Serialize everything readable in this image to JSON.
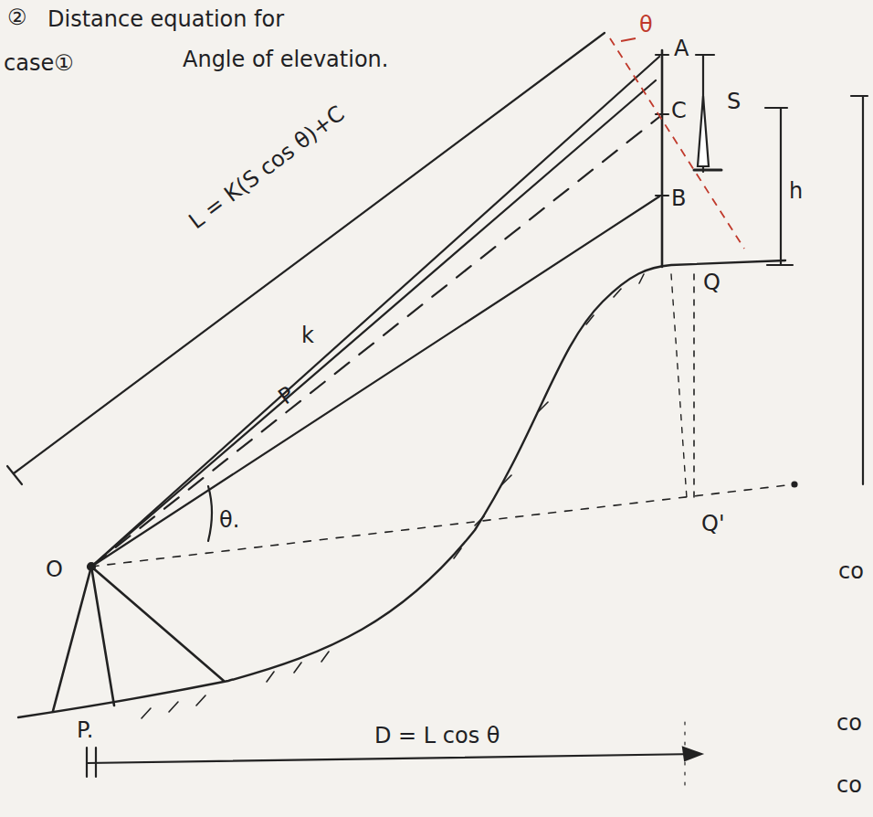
{
  "diagram": {
    "labels": [
      "②",
      "Distance equation for",
      "case①",
      "Angle of elevation.",
      "L = K(S cos θ)+C",
      "A",
      "C",
      "B",
      "S",
      "h",
      "Q",
      "Q'",
      "θ.",
      "O",
      "P.",
      "D = L cos θ",
      "θ",
      "P",
      "k",
      "co",
      "co",
      "co"
    ]
  }
}
